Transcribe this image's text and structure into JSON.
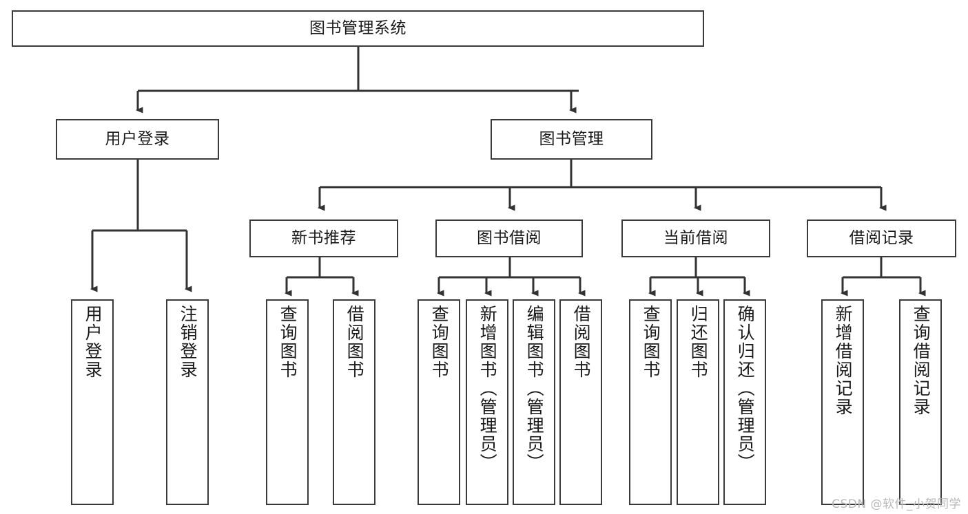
{
  "diagram": {
    "type": "tree-hierarchy-chart",
    "title": "图书管理系统",
    "watermark": "CSDN @软件_小贺同学",
    "colors": {
      "box_border": "#3a3a3a",
      "connector": "#333333",
      "background": "#ffffff",
      "text": "#1a1a1a",
      "watermark": "#b8b8b8"
    },
    "levels": {
      "root": {
        "label": "图书管理系统"
      },
      "level2": [
        {
          "label": "用户登录"
        },
        {
          "label": "图书管理"
        }
      ],
      "level3": [
        {
          "label": "新书推荐",
          "parent": "图书管理"
        },
        {
          "label": "图书借阅",
          "parent": "图书管理"
        },
        {
          "label": "当前借阅",
          "parent": "图书管理"
        },
        {
          "label": "借阅记录",
          "parent": "图书管理"
        }
      ],
      "leaves": [
        {
          "label": "用户登录",
          "parent": "用户登录",
          "orientation": "vertical"
        },
        {
          "label": "注销登录",
          "parent": "用户登录",
          "orientation": "vertical"
        },
        {
          "label": "查询图书",
          "parent": "新书推荐",
          "orientation": "vertical"
        },
        {
          "label": "借阅图书",
          "parent": "新书推荐",
          "orientation": "vertical"
        },
        {
          "label": "查询图书",
          "parent": "图书借阅",
          "orientation": "vertical"
        },
        {
          "label": "新增图书（管理员）",
          "parent": "图书借阅",
          "orientation": "vertical"
        },
        {
          "label": "编辑图书（管理员）",
          "parent": "图书借阅",
          "orientation": "vertical"
        },
        {
          "label": "借阅图书",
          "parent": "图书借阅",
          "orientation": "vertical"
        },
        {
          "label": "查询图书",
          "parent": "当前借阅",
          "orientation": "vertical"
        },
        {
          "label": "归还图书",
          "parent": "当前借阅",
          "orientation": "vertical"
        },
        {
          "label": "确认归还（管理员）",
          "parent": "当前借阅",
          "orientation": "vertical"
        },
        {
          "label": "新增借阅记录",
          "parent": "借阅记录",
          "orientation": "vertical"
        },
        {
          "label": "查询借阅记录",
          "parent": "借阅记录",
          "orientation": "vertical"
        }
      ]
    }
  }
}
